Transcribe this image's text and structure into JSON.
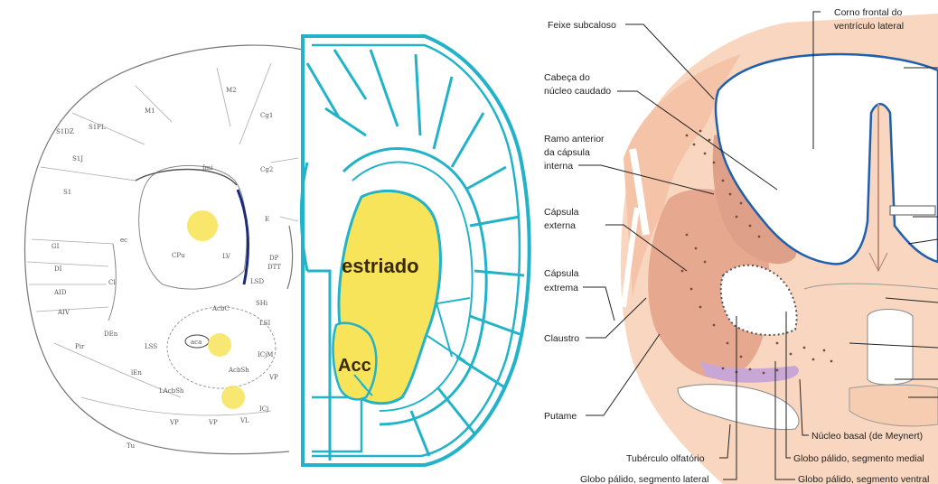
{
  "atlas": {
    "labels": [
      "M2",
      "M1",
      "Cg1",
      "S1FL",
      "S1DZ",
      "S1J",
      "Cg2",
      "S1",
      "fmi",
      "E",
      "GI",
      "DI",
      "AID",
      "AIV",
      "CPu",
      "LV",
      "DP",
      "DTT",
      "Cl",
      "ec",
      "LSD",
      "SHi",
      "LSI",
      "AcbC",
      "aca",
      "DEn",
      "Pir",
      "LSS",
      "lEn",
      "AcbSh",
      "ICjM",
      "VP",
      "LAcbSh",
      "ICj",
      "Tu",
      "VP",
      "VP",
      "VL"
    ]
  },
  "schematic": {
    "label_striatum": "estriado",
    "label_accumbens": "Acc"
  },
  "anatomy": {
    "labels_left": {
      "feixe": "Feixe subcaloso",
      "cabeca_1": "Cabeça do",
      "cabeca_2": "núcleo caudado",
      "ramo_1": "Ramo anterior",
      "ramo_2": "da cápsula",
      "ramo_3": "interna",
      "cap_ext_1": "Cápsula",
      "cap_ext_2": "externa",
      "cap_extr_1": "Cápsula",
      "cap_extr_2": "extrema",
      "claustro": "Claustro",
      "putame": "Putame"
    },
    "labels_top": {
      "corno_1": "Corno frontal do",
      "corno_2": "ventrículo lateral"
    },
    "labels_bottom": {
      "tuberculo": "Tubérculo olfatório",
      "gp_lateral": "Globo pálido, segmento lateral",
      "gp_ventral": "Globo pálido, segmento ventral",
      "gp_medial": "Globo pálido, segmento medial",
      "meynert": "Núcleo basal (de Meynert)"
    }
  },
  "colors": {
    "teal": "#22b3c9",
    "yellow": "#f7e45a",
    "ventricle_blue": "#1f5fae",
    "tissue_light": "#f7cdb2",
    "tissue_dark": "#e2a18c",
    "violet": "#c8a6d6"
  }
}
